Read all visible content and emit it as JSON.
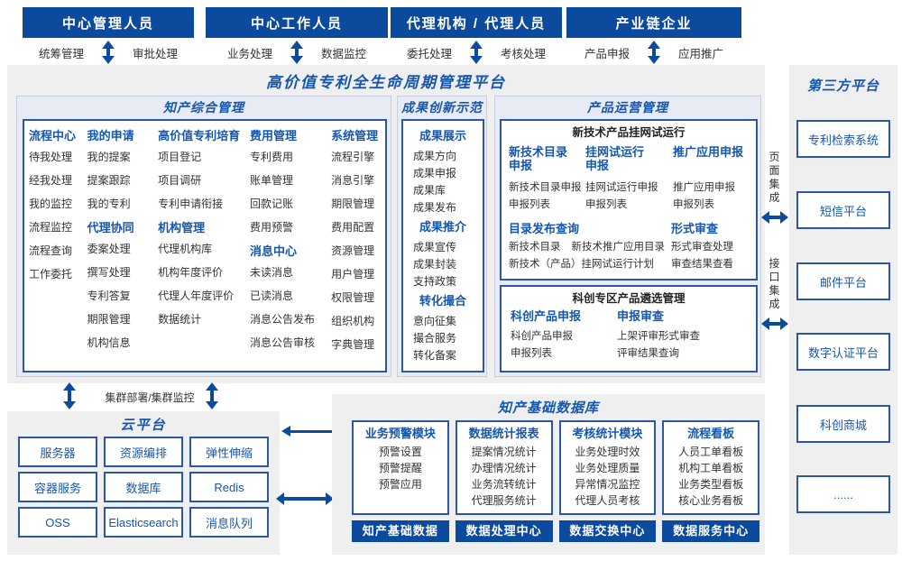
{
  "colors": {
    "accent": "#0c4a9e",
    "blue": "#1557ae",
    "text": "#333333",
    "gray_bg": "#efefef",
    "section_bg": "#e8eaf4",
    "panel_border": "#2b57a7",
    "section_border": "#c6cde4"
  },
  "top_roles": [
    {
      "title": "中心管理人员",
      "left_label": "统筹管理",
      "right_label": "审批处理"
    },
    {
      "title": "中心工作人员",
      "left_label": "业务处理",
      "right_label": "数据监控"
    },
    {
      "title": "代理机构 / 代理人员",
      "left_label": "委托处理",
      "right_label": "考核处理"
    },
    {
      "title": "产业链企业",
      "left_label": "产品申报",
      "right_label": "应用推广"
    }
  ],
  "platform": {
    "title": "高价值专利全生命周期管理平台",
    "comprehensive": {
      "title": "知产综合管理",
      "col1": {
        "h1": "流程中心",
        "items1": [
          "待我处理",
          "经我处理",
          "我的监控",
          "流程监控",
          "流程查询",
          "工作委托"
        ]
      },
      "col2": {
        "h1": "我的申请",
        "items1": [
          "我的提案",
          "提案跟踪",
          "我的专利"
        ],
        "h2": "代理协同",
        "items2": [
          "委案处理",
          "撰写处理",
          "专利答复",
          "期限管理",
          "机构信息"
        ]
      },
      "col3": {
        "h1": "高价值专利培育",
        "items1": [
          "项目登记",
          "项目调研",
          "专利申请衔接"
        ],
        "h2": "机构管理",
        "items2": [
          "代理机构库",
          "机构年度评价",
          "代理人年度评价",
          "数据统计"
        ]
      },
      "col4": {
        "h1": "费用管理",
        "items1": [
          "专利费用",
          "账单管理",
          "回款记账",
          "费用预警"
        ],
        "h2": "消息中心",
        "items2": [
          "未读消息",
          "已读消息",
          "消息公告发布",
          "消息公告审核"
        ]
      },
      "col5": {
        "h1": "系统管理",
        "items1": [
          "流程引擎",
          "消息引擎",
          "期限管理",
          "费用配置",
          "资源管理",
          "用户管理",
          "权限管理",
          "组织机构",
          "字典管理"
        ]
      }
    },
    "innovation": {
      "title": "成果创新示范",
      "groups": [
        {
          "header": "成果展示",
          "items": [
            "成果方向",
            "成果申报",
            "成果库",
            "成果发布"
          ]
        },
        {
          "header": "成果推介",
          "items": [
            "成果宣传",
            "成果封装",
            "支持政策"
          ]
        },
        {
          "header": "转化撮合",
          "items": [
            "意向征集",
            "撮合服务",
            "转化备案"
          ]
        }
      ]
    },
    "product_ops": {
      "title": "产品运营管理",
      "panel1": {
        "title": "新技术产品挂网试运行",
        "columns": [
          {
            "header": "新技术目录申报",
            "items": [
              "新技术目录申报",
              "申报列表"
            ]
          },
          {
            "header": "挂网试运行申报",
            "items": [
              "挂网试运行申报",
              "申报列表"
            ]
          },
          {
            "header": "推广应用申报",
            "items": [
              "推广应用申报",
              "申报列表"
            ]
          }
        ],
        "catalog": {
          "header": "目录发布查询",
          "row1": [
            "新技术目录",
            "新技术推广应用目录"
          ],
          "row2": "新技术（产品）挂网试运行计划"
        },
        "review": {
          "header": "形式审查",
          "items": [
            "形式审查处理",
            "审查结果查看"
          ]
        }
      },
      "panel2": {
        "title": "科创专区产品遴选管理",
        "columns": [
          {
            "header": "科创产品申报",
            "items": [
              "科创产品申报",
              "申报列表"
            ]
          },
          {
            "header": "申报审查",
            "items": [
              "上架评审形式审查",
              "评审结果查询"
            ]
          }
        ]
      }
    }
  },
  "integration": {
    "page": "页面集成",
    "interface": "接口集成"
  },
  "third_party": {
    "title": "第三方平台",
    "items": [
      "专利检索系统",
      "短信平台",
      "邮件平台",
      "数字认证平台",
      "科创商城",
      "......"
    ]
  },
  "cluster_label": "集群部署/集群监控",
  "cloud": {
    "title": "云平台",
    "items": [
      "服务器",
      "资源编排",
      "弹性伸缩",
      "容器服务",
      "数据库",
      "Redis",
      "OSS",
      "Elasticsearch",
      "消息队列"
    ]
  },
  "database": {
    "title": "知产基础数据库",
    "modules": [
      {
        "header": "业务预警模块",
        "items": [
          "预警设置",
          "预警提醒",
          "预警应用"
        ],
        "footer": "知产基础数据"
      },
      {
        "header": "数据统计报表",
        "items": [
          "提案情况统计",
          "办理情况统计",
          "业务流转统计",
          "代理服务统计"
        ],
        "footer": "数据处理中心"
      },
      {
        "header": "考核统计模块",
        "items": [
          "业务处理时效",
          "业务处理质量",
          "异常情况监控",
          "代理人员考核"
        ],
        "footer": "数据交换中心"
      },
      {
        "header": "流程看板",
        "items": [
          "人员工单看板",
          "机构工单看板",
          "业务类型看板",
          "核心业务看板"
        ],
        "footer": "数据服务中心"
      }
    ]
  }
}
